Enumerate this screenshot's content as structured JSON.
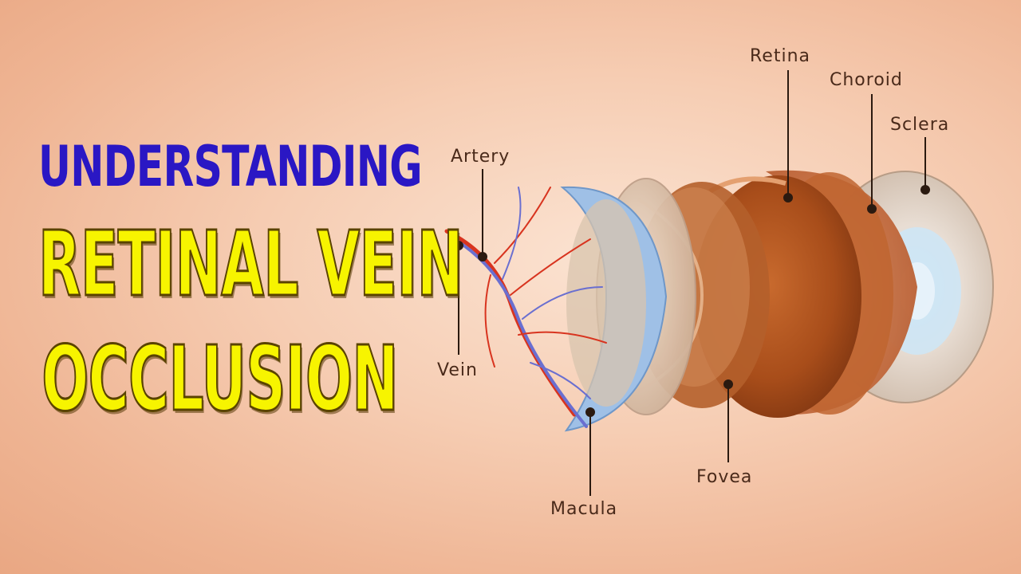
{
  "title": {
    "line1": "UNDERSTANDING",
    "line2": "RETINAL VEIN",
    "line3": "OCCLUSION"
  },
  "labels": {
    "retina": "Retina",
    "choroid": "Choroid",
    "sclera": "Sclera",
    "artery": "Artery",
    "vein": "Vein",
    "fovea": "Fovea",
    "macula": "Macula"
  },
  "colors": {
    "title_blue": "#2a17c4",
    "title_yellow": "#f7f400",
    "label_text": "#4a2a1a",
    "background": "#f6cdb3"
  }
}
